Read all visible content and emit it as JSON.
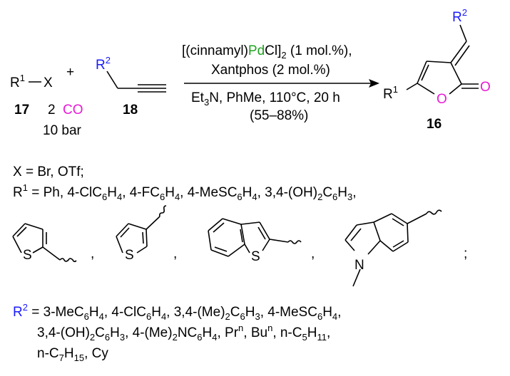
{
  "colors": {
    "black": "#000000",
    "pd": "#1fa11f",
    "co": "#e81ad6",
    "r2": "#1a1aff",
    "ring_o": "#e81ad6"
  },
  "scheme": {
    "reactant1": {
      "r1": "R",
      "sup": "1",
      "x": "X"
    },
    "plus": "+",
    "reactant2": {
      "r2": "R",
      "sup": "2"
    },
    "co": {
      "coef": "2",
      "formula": "CO",
      "pressure": "10 bar"
    },
    "labels": {
      "reactant1": "17",
      "reactant2": "18",
      "product": "16"
    },
    "conditions": {
      "line1_pre": "[(cinnamyl)",
      "line1_pd": "Pd",
      "line1_cl": "Cl]",
      "line1_sub": "2",
      "line1_post": " (1 mol.%),",
      "line2": "Xantphos (2 mol.%)",
      "line3_a": "Et",
      "line3_sub": "3",
      "line3_b": "N, PhMe, 110°C, 20 h",
      "line4": "(55–88%)"
    },
    "product": {
      "r1": "R",
      "r1_sup": "1",
      "r2": "R",
      "r2_sup": "2",
      "o_ring": "O",
      "o_carbonyl": "O"
    }
  },
  "substituents": {
    "x_line": "X = Br, OTf;",
    "r1_line": {
      "pre": "R",
      "sup": "1",
      "parts": [
        " = Ph, 4-ClC",
        "6",
        "H",
        "4",
        ", 4-FC",
        "6",
        "H",
        "4",
        ", 4-MeSC",
        "6",
        "H",
        "4",
        ", 3,4-(OH)",
        "2",
        "C",
        "6",
        "H",
        "3",
        ","
      ]
    },
    "heteroaryl_atoms": [
      "S",
      "S",
      "S",
      "N"
    ],
    "separators": [
      ",",
      ",",
      ",",
      ";"
    ],
    "r2_lines": [
      [
        "R",
        "2",
        " = 3-MeC",
        "6",
        "H",
        "4",
        ", 4-ClC",
        "6",
        "H",
        "4",
        ", 3,4-(Me)",
        "2",
        "C",
        "6",
        "H",
        "3",
        ", 4-MeSC",
        "6",
        "H",
        "4",
        ","
      ],
      [
        "3,4-(OH)",
        "2",
        "C",
        "6",
        "H",
        "3",
        ", 4-(Me)",
        "2",
        "NC",
        "6",
        "H",
        "4",
        ", Pr",
        "n",
        ", Bu",
        "n",
        ", n-C",
        "5",
        "H",
        "11",
        ","
      ],
      [
        "n-C",
        "7",
        "H",
        "15",
        ", Cy"
      ]
    ]
  }
}
